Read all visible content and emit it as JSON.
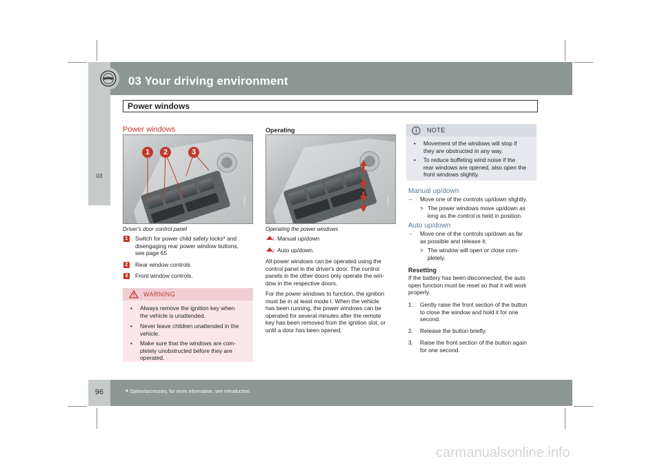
{
  "header": {
    "chapter_title": "03 Your driving environment",
    "section_title": "Power windows",
    "side_tab": "03"
  },
  "footer": {
    "page_number": "96",
    "footnote_mark": "*",
    "footnote": "Option/accessory, for more information, see Introduction."
  },
  "left_col": {
    "heading": "Power windows",
    "caption": "Driver's door control panel",
    "image_code": "G000000",
    "callouts": [
      "1",
      "2",
      "3"
    ],
    "items": [
      {
        "num": "1",
        "text_lines": [
          "Switch for power child safety locks* and",
          "disengaging rear power window buttons,",
          "see page 65"
        ]
      },
      {
        "num": "2",
        "text_lines": [
          "Rear window controls"
        ]
      },
      {
        "num": "3",
        "text_lines": [
          "Front window controls."
        ]
      }
    ],
    "warning": {
      "title": "WARNING",
      "bullets": [
        [
          "Always remove the ignition key when",
          "the vehicle is unattended."
        ],
        [
          "Never leave children unattended in the",
          "vehicle."
        ],
        [
          "Make sure that the windows are com-",
          "pletely unobstructed before they are",
          "operated."
        ]
      ]
    }
  },
  "mid_col": {
    "heading": "Operating",
    "caption": "Operating the power windows",
    "image_code": "G000000",
    "items": [
      {
        "num": "1",
        "text": "Manual up/down"
      },
      {
        "num": "2",
        "text": "Auto up/down."
      }
    ],
    "para1": [
      "All power windows can be operated using the",
      "control panel in the driver's door. The control",
      "panels in the other doors only operate the win-",
      "dow in the respective doors."
    ],
    "para2": [
      "For the power windows to function, the ignition",
      "must be in at least mode I. When the vehicle",
      "has been running, the power windows can be",
      "operated for several minutes after the remote",
      "key has been removed from the ignition slot, or",
      "until a door has been opened."
    ]
  },
  "right_col": {
    "note": {
      "title": "NOTE",
      "bullets": [
        [
          "Movement of the windows will stop if",
          "they are obstructed in any way."
        ],
        [
          "To reduce buffeting wind noise if the",
          "rear windows are opened, also open the",
          "front windows slightly."
        ]
      ]
    },
    "manual": {
      "heading": "Manual up/down",
      "step": [
        "Move one of the controls up/down slightly."
      ],
      "result": [
        "The power windows move up/down as",
        "long as the control is held in position."
      ]
    },
    "auto": {
      "heading": "Auto up/down",
      "step": [
        "Move one of the controls up/down as far",
        "as possible and release it."
      ],
      "result": [
        "The window will open or close com-",
        "pletely."
      ]
    },
    "resetting": {
      "heading": "Resetting",
      "intro": [
        "If the battery has been disconnected, the auto",
        "open function must be reset so that it will work",
        "properly."
      ],
      "steps": [
        {
          "num": "1.",
          "lines": [
            "Gently raise the front section of the button",
            "to close the window and hold it for one",
            "second."
          ]
        },
        {
          "num": "2.",
          "lines": [
            "Release the button briefly."
          ]
        },
        {
          "num": "3.",
          "lines": [
            "Raise the front section of the button again",
            "for one second."
          ]
        }
      ]
    }
  },
  "watermark": "carmanualsonline.info",
  "colors": {
    "header_band": "#8d9693",
    "tab": "#c6cbc9",
    "accent_red": "#c0392b",
    "warning_bg": "#fbe7ea",
    "note_bg": "#e7e9ee",
    "subhead_blue": "#5a7a93"
  }
}
